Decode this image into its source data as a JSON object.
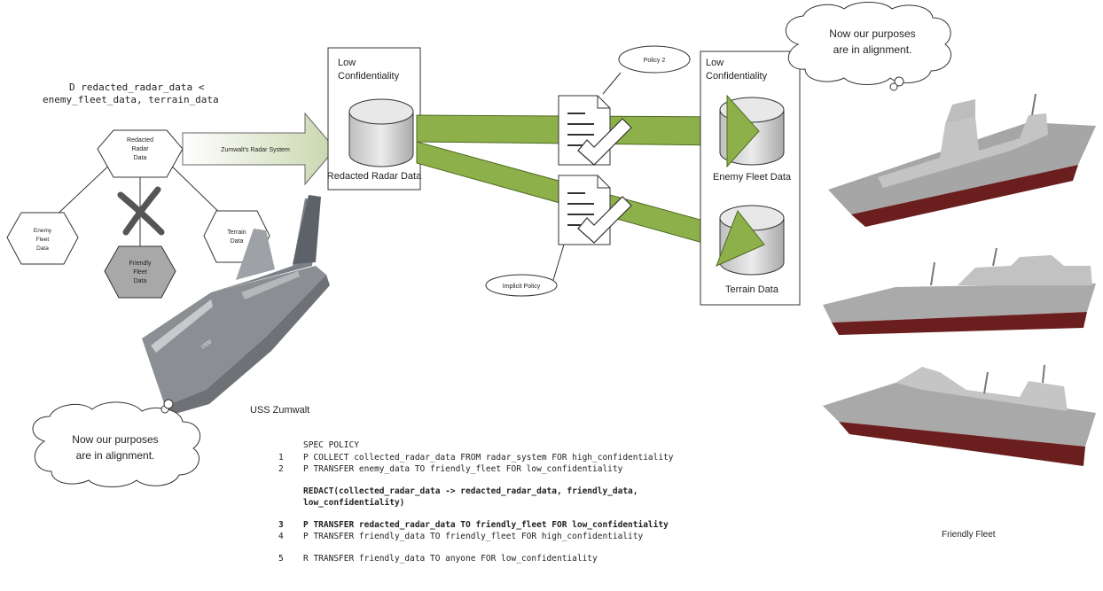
{
  "formula": {
    "line1": "D redacted_radar_data <",
    "line2": "enemy_fleet_data, terrain_data"
  },
  "lattice": {
    "top": [
      "Redacted",
      "Radar",
      "Data"
    ],
    "left": [
      "Enemy",
      "Fleet",
      "Data"
    ],
    "right": [
      "Terrain",
      "Data"
    ],
    "bottom": [
      "Friendly",
      "Fleet",
      "Data"
    ]
  },
  "arrow_label": "Zumwalt's Radar System",
  "left_box": {
    "title_line1": "Low",
    "title_line2": "Confidentiality",
    "db_label": "Redacted Radar Data"
  },
  "right_box": {
    "title_line1": "Low",
    "title_line2": "Confidentiality",
    "db1_label": "Enemy Fleet Data",
    "db2_label": "Terrain Data"
  },
  "callouts": {
    "policy2": "Policy 2",
    "implicit": "Implicit Policy"
  },
  "clouds": {
    "top_right": [
      "Now our purposes",
      "are in alignment."
    ],
    "bottom_left": [
      "Now our purposes",
      "are in alignment."
    ]
  },
  "captions": {
    "zumwalt": "USS Zumwalt",
    "fleet": "Friendly Fleet"
  },
  "spec": {
    "header": "SPEC POLICY",
    "lines": [
      {
        "num": "1",
        "text": "P COLLECT collected_radar_data FROM radar_system FOR high_confidentiality"
      },
      {
        "num": "2",
        "text": "P TRANSFER enemy_data TO friendly_fleet FOR low_confidentiality"
      },
      {
        "num": "",
        "text": "REDACT(collected_radar_data -> redacted_radar_data, friendly_data,"
      },
      {
        "num": "",
        "text": "low_confidentiality)"
      },
      {
        "num": "3",
        "text": "P TRANSFER redacted_radar_data TO friendly_fleet FOR low_confidentiality"
      },
      {
        "num": "4",
        "text": "P TRANSFER friendly_data TO friendly_fleet FOR high_confidentiality"
      },
      {
        "num": "5",
        "text": "R TRANSFER friendly_data TO anyone FOR low_confidentiality"
      }
    ]
  },
  "colors": {
    "green_arrow": "#8db04a",
    "green_arrow_stroke": "#4f6b22",
    "hex_bottom_fill": "#a8a8a8",
    "db_fill": "#d9d9d9",
    "hull_red": "#6b1e1e",
    "hull_gray": "#a6a6a6"
  }
}
